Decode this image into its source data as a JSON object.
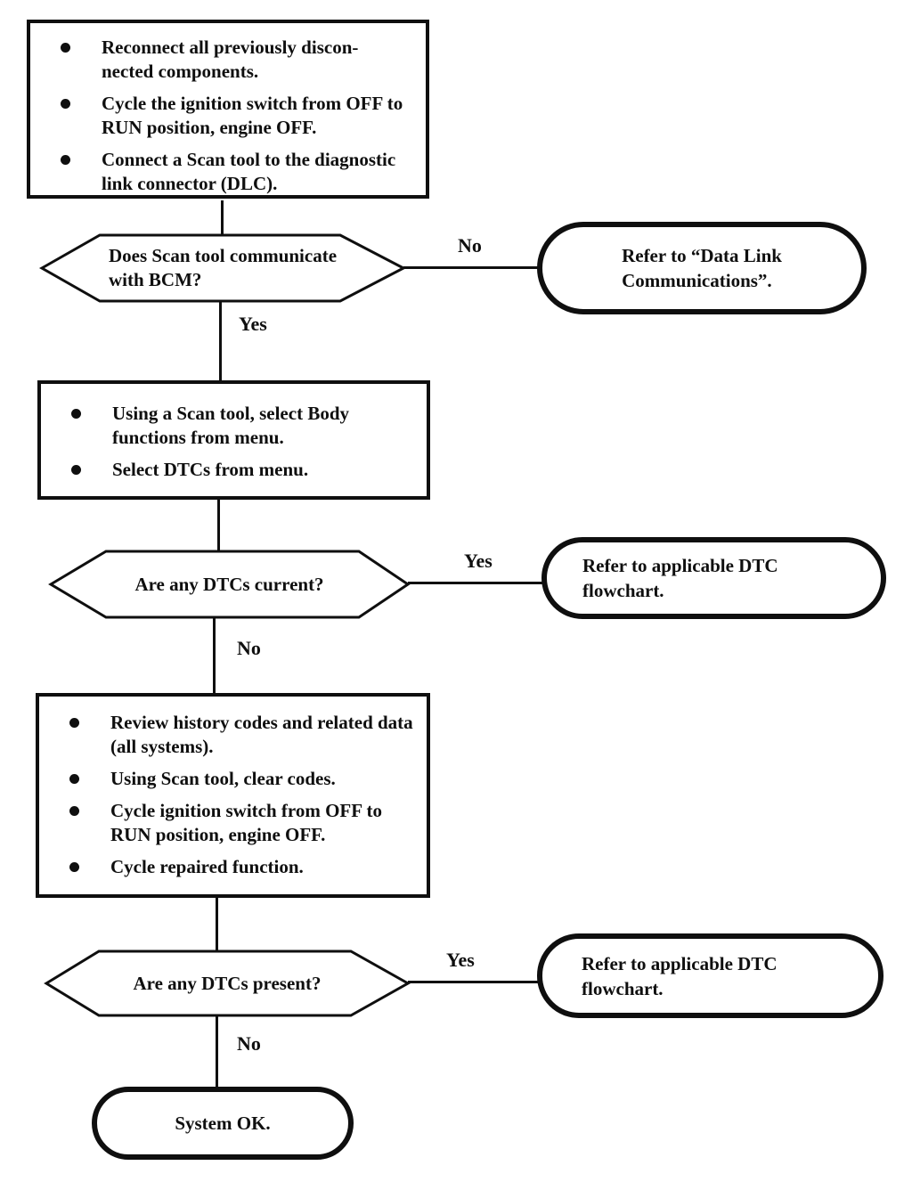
{
  "document": {
    "kind": "diagnostic-flowchart",
    "ink_color": "#0f0f0f",
    "background_color": "#ffffff"
  },
  "flowchart": {
    "boxes": [
      {
        "bullets": [
          "Reconnect all previously discon-\nnected components.",
          "Cycle the ignition switch from OFF to\nRUN position, engine OFF.",
          "Connect a Scan tool to the diagnostic\nlink connector (DLC)."
        ]
      },
      {
        "bullets": [
          "Using a Scan tool, select Body\nfunctions from menu.",
          "Select DTCs from menu."
        ]
      },
      {
        "bullets": [
          "Review history codes and related data\n(all systems).",
          "Using Scan tool, clear codes.",
          "Cycle ignition switch from OFF to\nRUN position, engine OFF.",
          "Cycle repaired function."
        ]
      }
    ],
    "decisions": [
      {
        "question": "Does Scan tool communicate\nwith BCM?",
        "branch_right": "No",
        "branch_down": "Yes"
      },
      {
        "question": "Are any DTCs current?",
        "branch_right": "Yes",
        "branch_down": "No"
      },
      {
        "question": "Are any DTCs present?",
        "branch_right": "Yes",
        "branch_down": "No"
      }
    ],
    "terminals": [
      {
        "text": "Refer to “Data Link\nCommunications”."
      },
      {
        "text": "Refer to applicable DTC\nflowchart."
      },
      {
        "text": "Refer to applicable DTC\nflowchart."
      },
      {
        "text": "System OK."
      }
    ]
  }
}
